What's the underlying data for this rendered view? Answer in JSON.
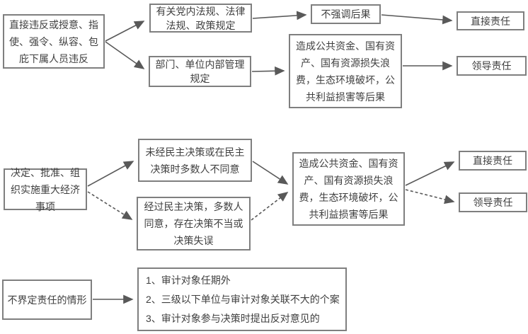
{
  "colors": {
    "box_border": "#7f7f7f",
    "text": "#3f3f3f",
    "arrow": "#595959",
    "background": "#ffffff"
  },
  "top_flow": {
    "trigger": "直接违反或授意、指使、强令、纵容、包庇下属人员违反",
    "basis_law": "有关党内法规、法律法规、政策规定",
    "basis_internal": "部门、单位内部管理规定",
    "no_consequence": "不强调后果",
    "consequence": "造成公共资金、国有资产、国有资源损失浪费，生态环境破坏，公共利益损害等后果",
    "direct_responsibility": "直接责任",
    "leadership_responsibility": "领导责任"
  },
  "middle_flow": {
    "trigger": "决定、批准、组织实施重大经济事项",
    "no_democratic_decision": "未经民主决策或在民主决策时多数人不同意",
    "democratic_decision": "经过民主决策，多数人同意，存在决策不当或决策失误",
    "consequence": "造成公共资金、国有资产、国有资源损失浪费，生态环境破坏，公共利益损害等后果",
    "direct_responsibility": "直接责任",
    "leadership_responsibility": "领导责任"
  },
  "bottom_flow": {
    "trigger": "不界定责任的情形",
    "excluded_cases": [
      "1、审计对象任期外",
      "2、三级以下单位与审计对象关联不大的个案",
      "3、审计对象参与决策时提出反对意见的"
    ]
  }
}
